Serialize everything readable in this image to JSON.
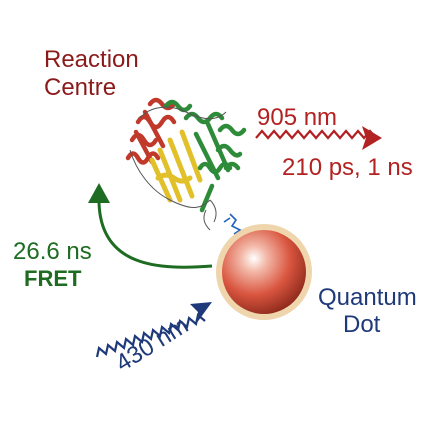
{
  "labels": {
    "reaction_centre_line1": "Reaction",
    "reaction_centre_line2": "Centre",
    "emission_wavelength": "905 nm",
    "emission_lifetimes": "210 ps, 1 ns",
    "fret_time": "26.6 ns",
    "fret_label": "FRET",
    "quantum_dot_line1": "Quantum",
    "quantum_dot_line2": "Dot",
    "excitation_wavelength": "430 nm"
  },
  "colors": {
    "reaction_centre_text": "#8b1a1a",
    "emission": "#b22222",
    "fret": "#1e6b22",
    "quantum_dot_text": "#1f3a7a",
    "excitation": "#1f3a7a",
    "quantum_dot_core": "#d9553f",
    "protein_helix_red": "#c0392b",
    "protein_helix_yellow": "#e1c02a",
    "protein_helix_green": "#2e8b3a",
    "protein_cofactor_blue": "#2060c0"
  }
}
